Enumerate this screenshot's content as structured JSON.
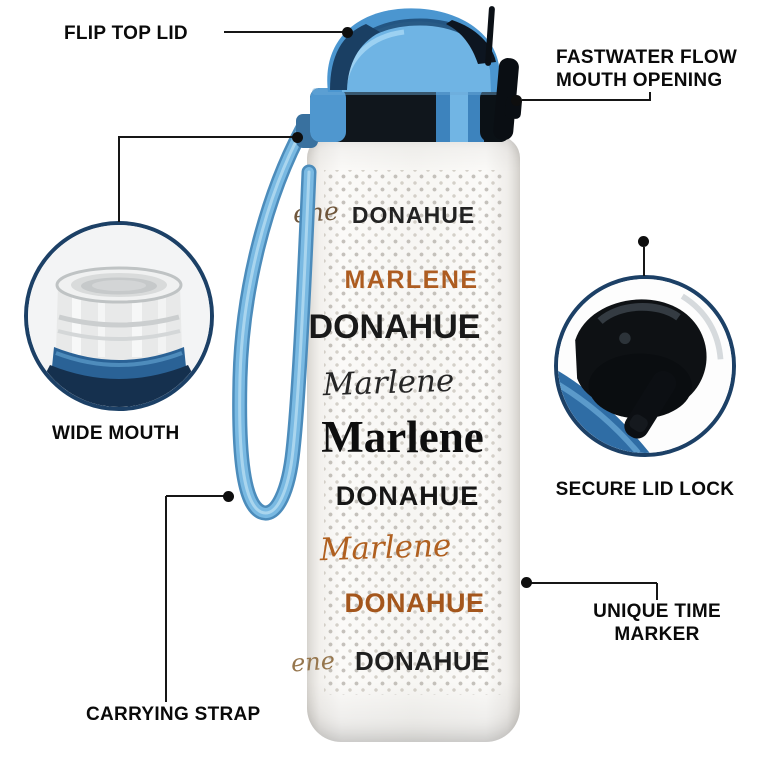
{
  "colors": {
    "background": "#ffffff",
    "callout_line": "#161616",
    "inset_border": "#1c4066",
    "strap_blue": "#79b9e2",
    "lid_blue": "#4190cc",
    "lid_black": "#10161c",
    "name_black": "#191919",
    "name_brown": "#ad5c20"
  },
  "callouts": {
    "flip_top_lid": {
      "label": "FLIP TOP LID"
    },
    "fastwater_flow": {
      "line1": "FASTWATER FLOW",
      "line2": "MOUTH OPENING"
    },
    "wide_mouth": {
      "label": "WIDE MOUTH"
    },
    "secure_lid_lock": {
      "label": "SECURE LID LOCK"
    },
    "carrying_strap": {
      "label": "CARRYING STRAP"
    },
    "unique_time_marker": {
      "line1": "UNIQUE TIME",
      "line2": "MARKER"
    }
  },
  "bottle": {
    "names": [
      {
        "text": "ene"
      },
      {
        "text": "DONAHUE"
      },
      {
        "text": "MARLENE"
      },
      {
        "text": "DONAHUE"
      },
      {
        "text": "Marlene"
      },
      {
        "text": "Marlene"
      },
      {
        "text": "DONAHUE"
      },
      {
        "text": "Marlene"
      },
      {
        "text": "DONAHUE"
      },
      {
        "text": "ene"
      },
      {
        "text": "DONAHUE"
      }
    ]
  }
}
